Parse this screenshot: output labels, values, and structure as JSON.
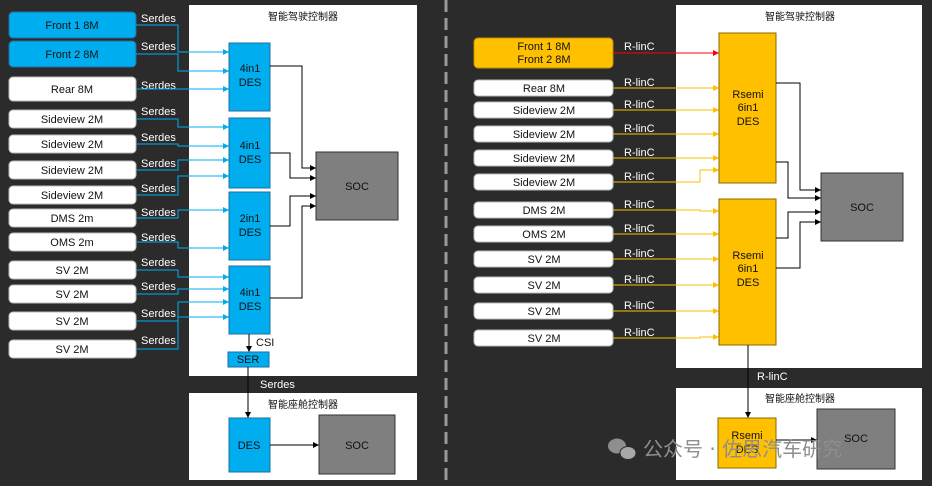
{
  "left": {
    "adas_title": "智能驾驶控制器",
    "cockpit_title": "智能座舱控制器",
    "cameras": [
      "Front 1 8M",
      "Front 2 8M",
      "Rear 8M",
      "Sideview 2M",
      "Sideview 2M",
      "Sideview 2M",
      "Sideview 2M",
      "DMS 2m",
      "OMS 2m",
      "SV 2M",
      "SV 2M",
      "SV 2M",
      "SV 2M"
    ],
    "link_label": "Serdes",
    "des_blocks": [
      {
        "line1": "4in1",
        "line2": "DES"
      },
      {
        "line1": "4in1",
        "line2": "DES"
      },
      {
        "line1": "2in1",
        "line2": "DES"
      },
      {
        "line1": "4in1",
        "line2": "DES"
      }
    ],
    "soc": "SOC",
    "csi": "CSI",
    "ser": "SER",
    "serdes_down": "Serdes",
    "cockpit_des": "DES",
    "cockpit_soc": "SOC"
  },
  "right": {
    "adas_title": "智能驾驶控制器",
    "cockpit_title": "智能座舱控制器",
    "front_cam": [
      "Front 1 8M",
      "Front 2 8M"
    ],
    "cameras": [
      "Rear 8M",
      "Sideview 2M",
      "Sideview 2M",
      "Sideview 2M",
      "Sideview 2M",
      "DMS 2M",
      "OMS 2M",
      "SV 2M",
      "SV 2M",
      "SV 2M",
      "SV 2M"
    ],
    "link_label": "R-linC",
    "des_blocks": [
      {
        "line1": "Rsemi",
        "line2": "6in1",
        "line3": "DES"
      },
      {
        "line1": "Rsemi",
        "line2": "6in1",
        "line3": "DES"
      }
    ],
    "soc": "SOC",
    "rlinc_down": "R-linC",
    "cockpit_des": [
      "Rsemi",
      "DES"
    ],
    "cockpit_soc": "SOC"
  },
  "watermark": "公众号 · 佐思汽车研究",
  "colors": {
    "blue": "#00aeef",
    "orange": "#ffc000",
    "gray": "#7f7f7f",
    "red": "#ff0000",
    "bg": "#2b2b2b"
  }
}
